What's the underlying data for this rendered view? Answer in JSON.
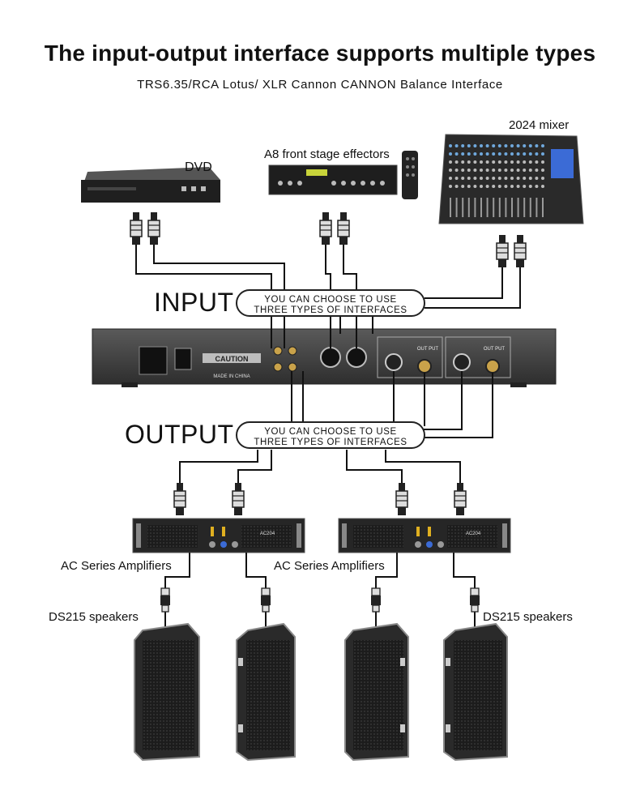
{
  "header": {
    "title": "The input-output interface supports multiple types",
    "subtitle": "TRS6.35/RCA Lotus/ XLR Cannon CANNON Balance Interface"
  },
  "devices": {
    "mixer": "2024 mixer",
    "effector": "A8 front stage effectors",
    "dvd": "DVD",
    "amplifier_left": "AC Series Amplifiers",
    "amplifier_right": "AC Series Amplifiers",
    "speakers_left": "DS215 speakers",
    "speakers_right": "DS215 speakers"
  },
  "input": {
    "label": "INPUT",
    "line1": "YOU CAN CHOOSE TO USE",
    "line2": "THREE TYPES OF INTERFACES"
  },
  "output": {
    "label": "OUTPUT",
    "line1": "YOU CAN CHOOSE TO USE",
    "line2": "THREE TYPES OF INTERFACES"
  },
  "panel": {
    "caution": "CAUTION",
    "made_in": "MADE IN CHINA",
    "out_put": "OUT PUT",
    "amp_model": "AC204"
  },
  "colors": {
    "device": "#2b2b2b",
    "cable": "#111111",
    "panel": "#3a3a3a"
  }
}
